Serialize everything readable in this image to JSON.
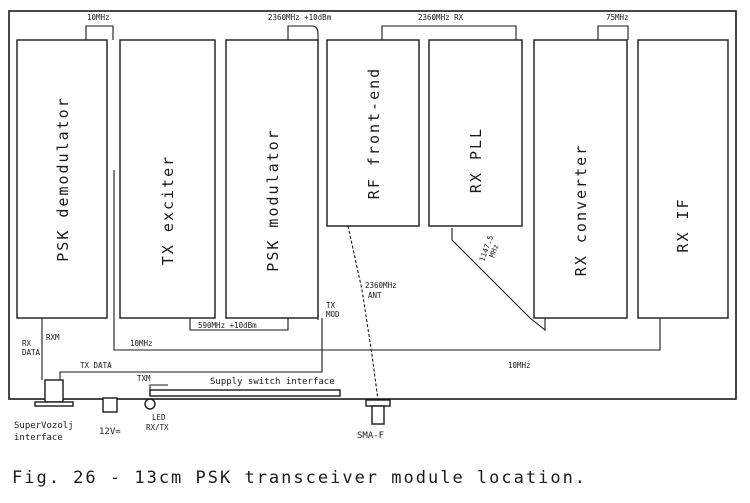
{
  "modules": {
    "psk_demodulator": "PSK demodulator",
    "tx_exciter": "TX exciter",
    "psk_modulator": "PSK modulator",
    "rf_front_end": "RF front-end",
    "rx_pll": "RX PLL",
    "rx_converter": "RX converter",
    "rx_if": "RX IF"
  },
  "signals": {
    "top_10mhz": "10MHz",
    "top_2360_power": "2360MHz +10dBm",
    "top_2360_rx": "2360MHz RX",
    "top_75mhz": "75MHz",
    "mod_590": "590MHz +10dBm",
    "pll_1147": "1147.5",
    "pll_mhz": "MHz",
    "ant_freq": "2360MHz",
    "ant": "ANT",
    "tx_mod_1": "TX",
    "tx_mod_2": "MOD",
    "rxm": "RXM",
    "rx_data_1": "RX",
    "rx_data_2": "DATA",
    "bus_10mhz_left": "10MHz",
    "bus_10mhz_right": "10MHz",
    "tx_data": "TX DATA",
    "txm": "TXM"
  },
  "components": {
    "supply_switch": "Supply switch interface",
    "supervozolj_1": "SuperVozolj",
    "supervozolj_2": "interface",
    "power": "12V=",
    "led_1": "LED",
    "led_2": "RX/TX",
    "sma": "SMA-F"
  },
  "caption": "Fig. 26 - 13cm PSK transceiver module location."
}
